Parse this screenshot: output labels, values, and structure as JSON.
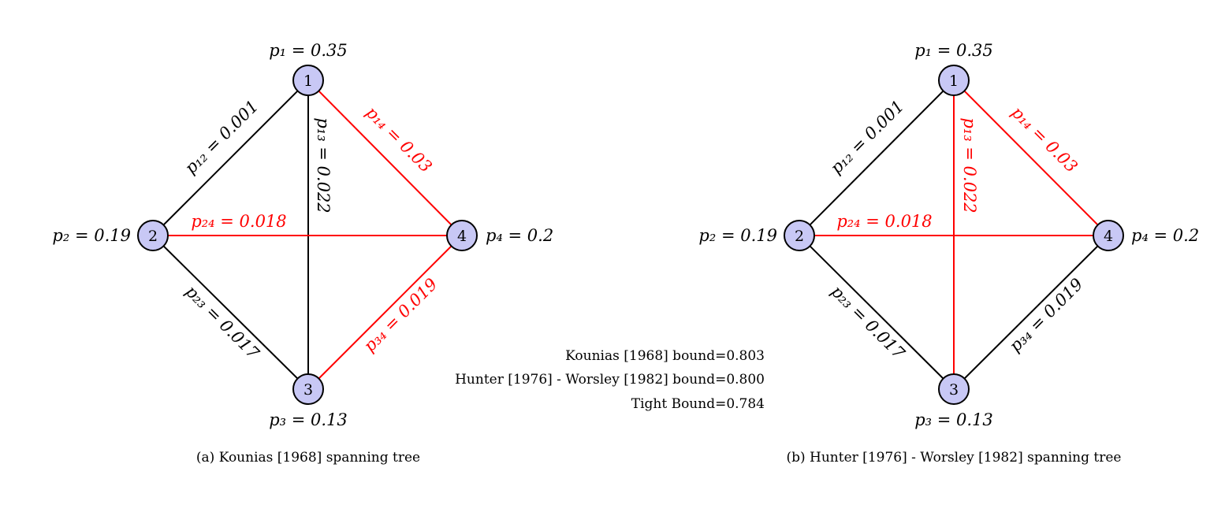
{
  "colors": {
    "node_fill": "#c8c8f5",
    "node_stroke": "#000000",
    "tree_edge": "#ff0000",
    "other_edge": "#000000"
  },
  "subfigures": [
    {
      "caption": "(a) Kounias [1968] spanning tree",
      "nodes": [
        {
          "id": "1",
          "label": "1",
          "prob_label": "p₁ = 0.35"
        },
        {
          "id": "2",
          "label": "2",
          "prob_label": "p₂ = 0.19"
        },
        {
          "id": "3",
          "label": "3",
          "prob_label": "p₃ = 0.13"
        },
        {
          "id": "4",
          "label": "4",
          "prob_label": "p₄ = 0.2"
        }
      ],
      "edges": [
        {
          "from": "1",
          "to": "2",
          "label": "p₁₂ = 0.001",
          "in_tree": false
        },
        {
          "from": "1",
          "to": "3",
          "label": "p₁₃ = 0.022",
          "in_tree": false
        },
        {
          "from": "1",
          "to": "4",
          "label": "p₁₄ = 0.03",
          "in_tree": true
        },
        {
          "from": "2",
          "to": "4",
          "label": "p₂₄ = 0.018",
          "in_tree": true
        },
        {
          "from": "2",
          "to": "3",
          "label": "p₂₃ = 0.017",
          "in_tree": false
        },
        {
          "from": "3",
          "to": "4",
          "label": "p₃₄ = 0.019",
          "in_tree": true
        }
      ]
    },
    {
      "caption": "(b) Hunter [1976] - Worsley [1982] spanning tree",
      "nodes": [
        {
          "id": "1",
          "label": "1",
          "prob_label": "p₁ = 0.35"
        },
        {
          "id": "2",
          "label": "2",
          "prob_label": "p₂ = 0.19"
        },
        {
          "id": "3",
          "label": "3",
          "prob_label": "p₃ = 0.13"
        },
        {
          "id": "4",
          "label": "4",
          "prob_label": "p₄ = 0.2"
        }
      ],
      "edges": [
        {
          "from": "1",
          "to": "2",
          "label": "p₁₂ = 0.001",
          "in_tree": false
        },
        {
          "from": "1",
          "to": "3",
          "label": "p₁₃ = 0.022",
          "in_tree": true
        },
        {
          "from": "1",
          "to": "4",
          "label": "p₁₄ = 0.03",
          "in_tree": true
        },
        {
          "from": "2",
          "to": "4",
          "label": "p₂₄ = 0.018",
          "in_tree": true
        },
        {
          "from": "2",
          "to": "3",
          "label": "p₂₃ = 0.017",
          "in_tree": false
        },
        {
          "from": "3",
          "to": "4",
          "label": "p₃₄ = 0.019",
          "in_tree": false
        }
      ]
    }
  ],
  "bounds": [
    "Kounias [1968] bound=0.803",
    "Hunter [1976] - Worsley [1982] bound=0.800",
    "Tight Bound=0.784"
  ]
}
